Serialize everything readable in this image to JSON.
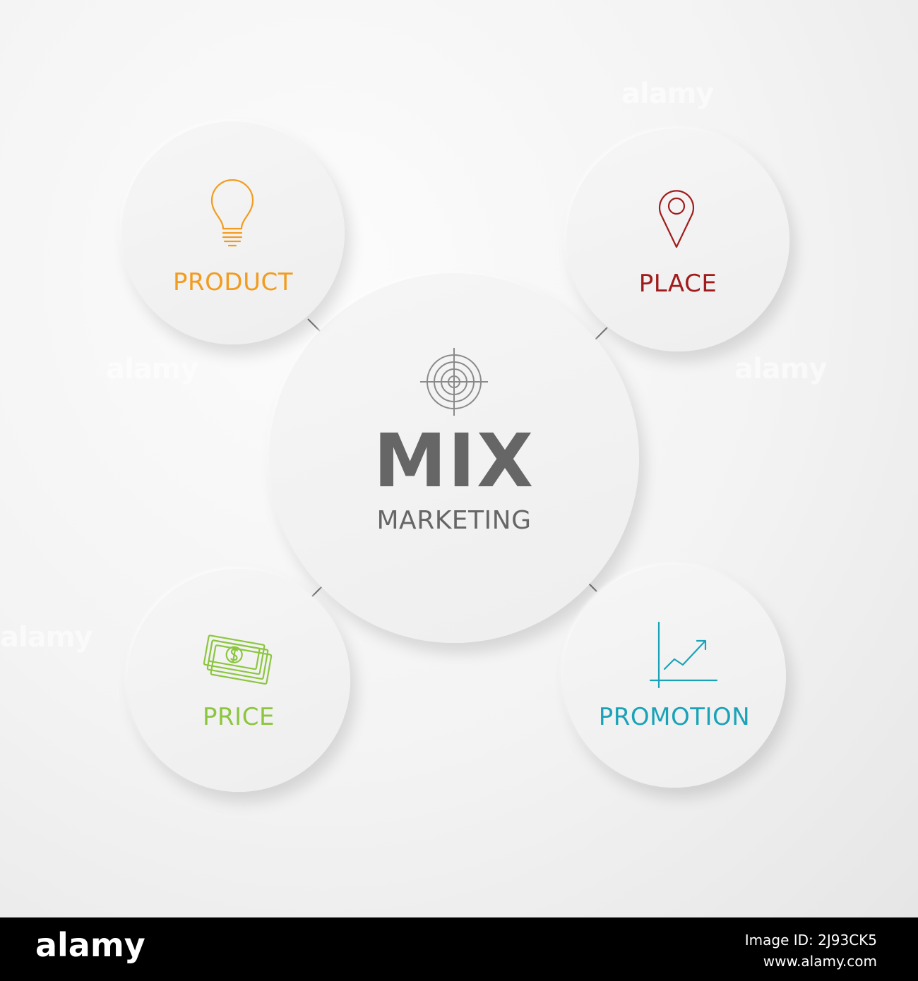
{
  "center": {
    "title": "MIX",
    "subtitle": "MARKETING",
    "icon": "target-crosshair-icon",
    "color": "#666666"
  },
  "nodes": {
    "product": {
      "label": "PRODUCT",
      "icon": "lightbulb-icon",
      "color": "#f29c1f"
    },
    "place": {
      "label": "PLACE",
      "icon": "map-pin-icon",
      "color": "#a01c1c"
    },
    "price": {
      "label": "PRICE",
      "icon": "cash-icon",
      "color": "#8cc63f"
    },
    "promotion": {
      "label": "PROMOTION",
      "icon": "growth-chart-icon",
      "color": "#1aa3b8"
    }
  },
  "arrow_color": "#777777",
  "watermark": "alamy",
  "footer": {
    "logo": "alamy",
    "image_id_line": "Image ID: 2J93CK5",
    "url": "www.alamy.com"
  }
}
